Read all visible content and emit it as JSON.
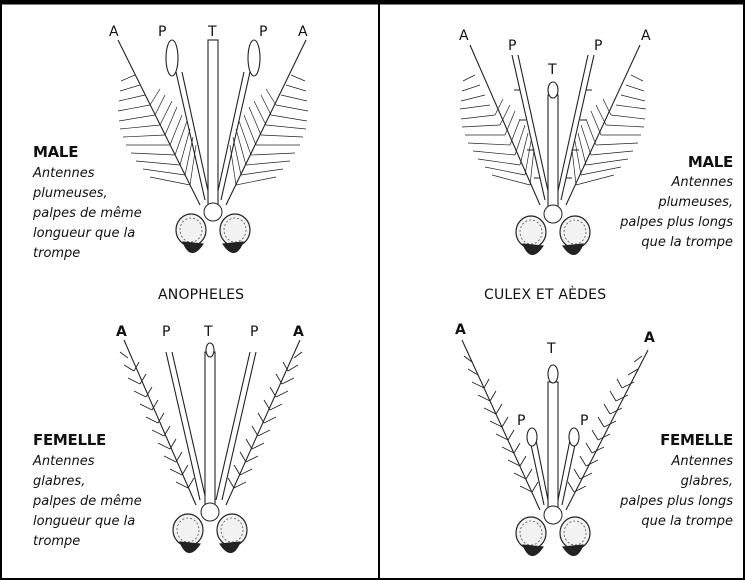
{
  "panels": {
    "anopheles_male": {
      "labels": {
        "a_left": "A",
        "p_left": "P",
        "t": "T",
        "p_right": "P",
        "a_right": "A"
      },
      "title": "MALE",
      "desc": [
        "Antennes",
        "plumeuses,",
        "palpes de même",
        "longueur que la",
        "trompe"
      ]
    },
    "culex_male": {
      "labels": {
        "a_left": "A",
        "p_left": "P",
        "t": "T",
        "p_right": "P",
        "a_right": "A"
      },
      "title": "MALE",
      "desc": [
        "Antennes",
        "plumeuses,",
        "palpes plus longs",
        "que la trompe"
      ]
    },
    "anopheles_female": {
      "labels": {
        "a_left": "A",
        "p_left": "P",
        "t": "T",
        "p_right": "P",
        "a_right": "A"
      },
      "title": "FEMELLE",
      "desc": [
        "Antennes",
        "glabres,",
        "palpes de même",
        "longueur que la",
        "trompe"
      ]
    },
    "culex_female": {
      "labels": {
        "a_left": "A",
        "t": "T",
        "a_right": "A",
        "p_left": "P",
        "p_right": "P"
      },
      "title": "FEMELLE",
      "desc": [
        "Antennes",
        "glabres,",
        "palpes plus longs",
        "que la trompe"
      ]
    }
  },
  "genus": {
    "anopheles": "ANOPHELES",
    "culex": "CULEX ET AÈDES"
  }
}
